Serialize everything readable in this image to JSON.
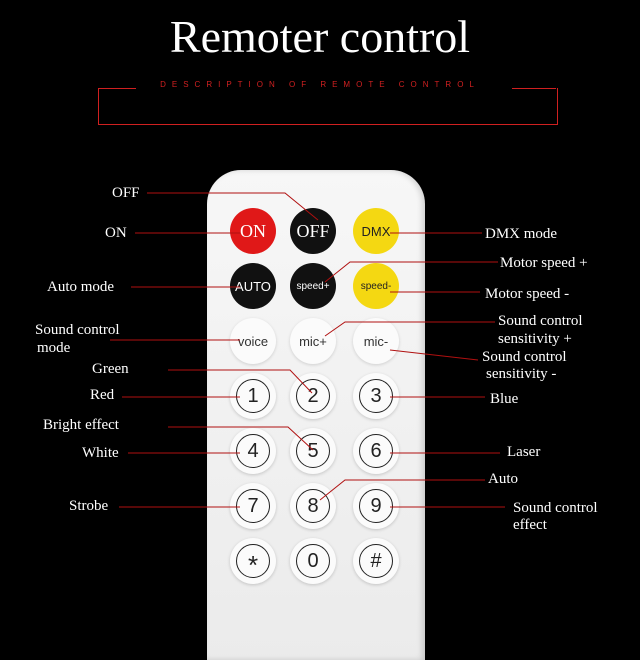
{
  "header": {
    "title": "Remoter control",
    "subtitle": "DESCRIPTION OF REMOTE CONTROL"
  },
  "colors": {
    "accent": "#d02020",
    "on_button": "#e01818",
    "dmx_button": "#f4d812",
    "background": "#000000"
  },
  "buttons": {
    "on": "ON",
    "off": "OFF",
    "dmx": "DMX",
    "auto": "AUTO",
    "speed_plus": "speed+",
    "speed_minus": "speed-",
    "voice": "voice",
    "mic_plus": "mic+",
    "mic_minus": "mic-",
    "n1": "1",
    "n2": "2",
    "n3": "3",
    "n4": "4",
    "n5": "5",
    "n6": "6",
    "n7": "7",
    "n8": "8",
    "n9": "9",
    "star": "*",
    "n0": "0",
    "hash": "#"
  },
  "labels": {
    "off": "OFF",
    "on": "ON",
    "auto_mode": "Auto mode",
    "sound_control_mode_1": "Sound control",
    "sound_control_mode_2": "mode",
    "green": "Green",
    "red": "Red",
    "bright_effect": "Bright effect",
    "white": "White",
    "strobe": "Strobe",
    "dmx_mode": "DMX mode",
    "motor_speed_plus": "Motor speed +",
    "motor_speed_minus": "Motor speed -",
    "sens_plus_1": "Sound control",
    "sens_plus_2": "sensitivity +",
    "sens_minus_1": "Sound control",
    "sens_minus_2": "sensitivity -",
    "blue": "Blue",
    "laser": "Laser",
    "auto": "Auto",
    "sound_effect_1": "Sound control",
    "sound_effect_2": "effect"
  }
}
